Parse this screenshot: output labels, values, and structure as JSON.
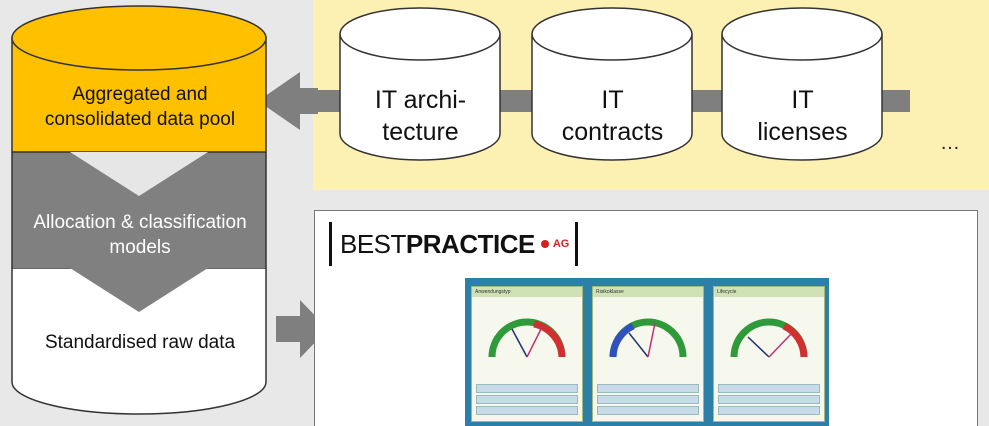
{
  "left_stack": {
    "top_label": "Aggregated and consolidated data pool",
    "middle_label": "Allocation & classification models",
    "bottom_label": "Standardised raw data",
    "colors": {
      "top": "#ffc000",
      "middle": "#808080",
      "bottom": "#ffffff"
    }
  },
  "sources": [
    {
      "label": "IT archi-\ntecture"
    },
    {
      "label": "IT\ncontracts"
    },
    {
      "label": "IT\nlicenses"
    }
  ],
  "sources_more": "…",
  "bestpractice": {
    "brand_light": "BEST",
    "brand_bold": "PRACTICE",
    "brand_suffix": "AG",
    "dashboard_panels": [
      "Anwendungstyp",
      "Risikoklasse",
      "Lifecycle"
    ]
  },
  "colors": {
    "panel_yellow": "#fdf0b3",
    "arrow_gray": "#7f7f7f",
    "brand_red": "#d62020"
  }
}
